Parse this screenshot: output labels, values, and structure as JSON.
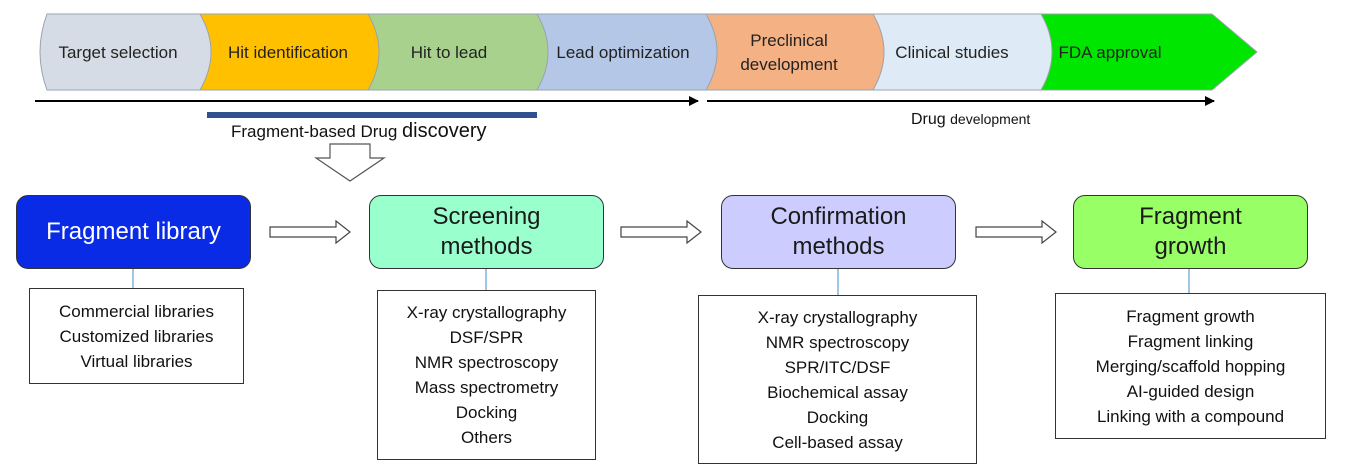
{
  "pipeline": {
    "segments": [
      {
        "label": "Target selection",
        "color": "#d6dce5"
      },
      {
        "label": "Hit identification",
        "color": "#ffc000"
      },
      {
        "label": "Hit to lead",
        "color": "#a9d18e"
      },
      {
        "label": "Lead optimization",
        "color": "#b4c7e7"
      },
      {
        "label": "Preclinical\ndevelopment",
        "color": "#f4b183"
      },
      {
        "label": "Clinical studies",
        "color": "#deebf7"
      },
      {
        "label": "FDA approval",
        "color": "#00e600"
      }
    ]
  },
  "captions": {
    "fbdd_main": "Fragment-based Drug",
    "fbdd_tail": "discovery",
    "dd_main": "Drug",
    "dd_tail": "development"
  },
  "stages": [
    {
      "title": "Fragment library",
      "bg": "#0a2be6",
      "color": "#ffffff",
      "items": [
        "Commercial libraries",
        "Customized libraries",
        "Virtual libraries"
      ]
    },
    {
      "title": "Screening\nmethods",
      "bg": "#99ffcc",
      "color": "#1a1a1a",
      "items": [
        "X-ray crystallography",
        "DSF/SPR",
        "NMR spectroscopy",
        "Mass spectrometry",
        "Docking",
        "Others"
      ]
    },
    {
      "title": "Confirmation\nmethods",
      "bg": "#ccccff",
      "color": "#1a1a1a",
      "items": [
        "X-ray crystallography",
        "NMR spectroscopy",
        "SPR/ITC/DSF",
        "Biochemical assay",
        "Docking",
        "Cell-based assay"
      ]
    },
    {
      "title": "Fragment\ngrowth",
      "bg": "#99ff66",
      "color": "#1a1a1a",
      "items": [
        "Fragment growth",
        "Fragment linking",
        "Merging/scaffold hopping",
        "AI-guided design",
        "Linking with a compound"
      ]
    }
  ],
  "colors": {
    "fbdd_bar": "#2f4f8f",
    "connector": "#7fb2d8"
  }
}
